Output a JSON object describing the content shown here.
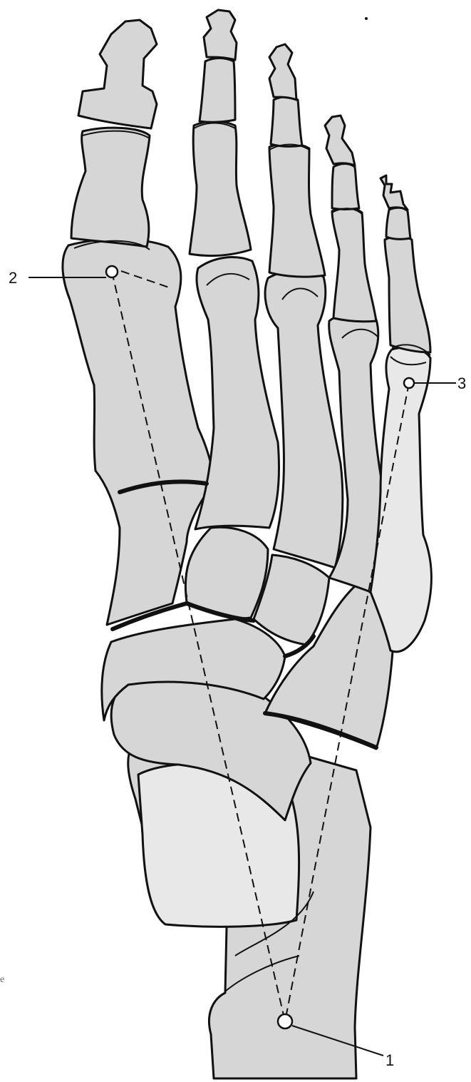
{
  "figure": {
    "labels": [
      {
        "id": "1",
        "text": "1"
      },
      {
        "id": "2",
        "text": "2"
      },
      {
        "id": "3",
        "text": "3"
      }
    ],
    "edge_text": {
      "fragment": "e"
    }
  }
}
